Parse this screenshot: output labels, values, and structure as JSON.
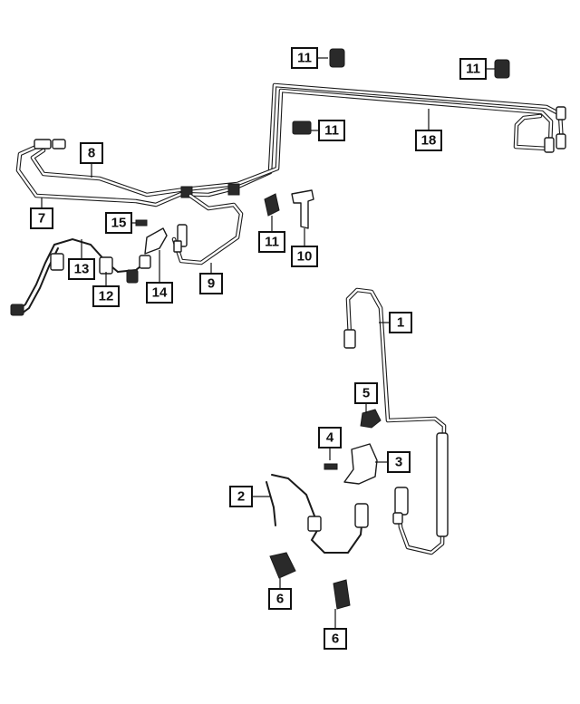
{
  "callouts": [
    {
      "id": "c1",
      "label": "1"
    },
    {
      "id": "c2",
      "label": "2"
    },
    {
      "id": "c3",
      "label": "3"
    },
    {
      "id": "c4",
      "label": "4"
    },
    {
      "id": "c5",
      "label": "5"
    },
    {
      "id": "c6a",
      "label": "6"
    },
    {
      "id": "c6b",
      "label": "6"
    },
    {
      "id": "c7",
      "label": "7"
    },
    {
      "id": "c8",
      "label": "8"
    },
    {
      "id": "c9",
      "label": "9"
    },
    {
      "id": "c10",
      "label": "10"
    },
    {
      "id": "c11a",
      "label": "11"
    },
    {
      "id": "c11b",
      "label": "11"
    },
    {
      "id": "c11c",
      "label": "11"
    },
    {
      "id": "c11d",
      "label": "11"
    },
    {
      "id": "c12",
      "label": "12"
    },
    {
      "id": "c13",
      "label": "13"
    },
    {
      "id": "c14",
      "label": "14"
    },
    {
      "id": "c15",
      "label": "15"
    },
    {
      "id": "c18",
      "label": "18"
    }
  ]
}
